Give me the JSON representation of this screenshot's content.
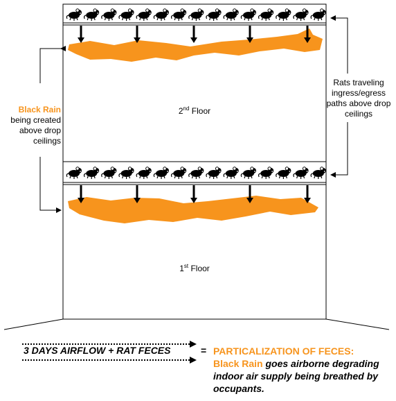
{
  "floors": [
    {
      "label_prefix": "2",
      "label_sup": "nd",
      "label_suffix": " Floor"
    },
    {
      "label_prefix": "1",
      "label_sup": "st",
      "label_suffix": " Floor"
    }
  ],
  "left_note": {
    "highlight": "Black Rain",
    "text": " being created above drop ceilings"
  },
  "right_note": {
    "text": "Rats traveling ingress/egress paths above drop ceilings"
  },
  "equation": {
    "lhs": "3 DAYS AIRFLOW + RAT FECES",
    "equals": "=",
    "rhs_title": "PARTICALIZATION OF FECES:",
    "rhs_highlight": "Black Rain",
    "rhs_text": " goes airborne degrading indoor air supply being breathed by occupants."
  },
  "colors": {
    "black_rain": "#f7941d",
    "outline": "#000000",
    "background": "#ffffff"
  },
  "icons": {
    "rat": "rat-icon",
    "feces_drop": "down-arrow-icon",
    "route": "loop-arrow-icon"
  }
}
